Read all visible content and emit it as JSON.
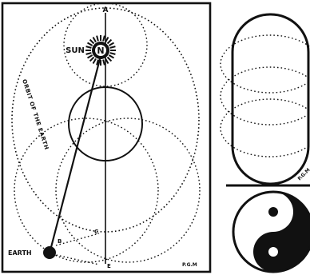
{
  "left_panel": {
    "top_letter": "A",
    "sun_label": "SUN",
    "sun_letter": "N",
    "earth_label": "EARTH",
    "point_b": "B",
    "point_c": "C",
    "point_e": "E",
    "vertical_caption": "ORBIT OF THE EARTH",
    "signature": "P.G.M"
  },
  "right_panel": {
    "signature": "P.G.M"
  },
  "colors": {
    "ink": "#111111",
    "paper": "#ffffff"
  }
}
